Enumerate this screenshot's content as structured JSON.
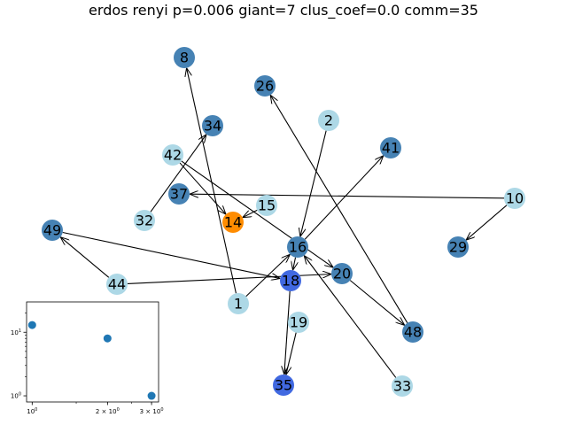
{
  "title": "erdos renyi p=0.006 giant=7 clus_coef=0.0 comm=35",
  "colors": {
    "steelblue": "#4682b4",
    "lightblue": "#add8e6",
    "royalblue": "#4169e1",
    "orange": "#ff8c00",
    "edge": "#000000",
    "inset_point": "#1f77b4"
  },
  "nodes": [
    {
      "id": "8",
      "color": "steelblue"
    },
    {
      "id": "26",
      "color": "steelblue"
    },
    {
      "id": "2",
      "color": "lightblue"
    },
    {
      "id": "34",
      "color": "steelblue"
    },
    {
      "id": "41",
      "color": "steelblue"
    },
    {
      "id": "42",
      "color": "lightblue"
    },
    {
      "id": "37",
      "color": "steelblue"
    },
    {
      "id": "15",
      "color": "lightblue"
    },
    {
      "id": "10",
      "color": "lightblue"
    },
    {
      "id": "32",
      "color": "lightblue"
    },
    {
      "id": "14",
      "color": "orange"
    },
    {
      "id": "49",
      "color": "steelblue"
    },
    {
      "id": "16",
      "color": "steelblue"
    },
    {
      "id": "29",
      "color": "steelblue"
    },
    {
      "id": "20",
      "color": "steelblue"
    },
    {
      "id": "44",
      "color": "lightblue"
    },
    {
      "id": "18",
      "color": "royalblue"
    },
    {
      "id": "1",
      "color": "lightblue"
    },
    {
      "id": "19",
      "color": "lightblue"
    },
    {
      "id": "48",
      "color": "steelblue"
    },
    {
      "id": "35",
      "color": "royalblue"
    },
    {
      "id": "33",
      "color": "lightblue"
    }
  ],
  "edges": [
    {
      "from": "1",
      "to": "8"
    },
    {
      "from": "1",
      "to": "16"
    },
    {
      "from": "32",
      "to": "34"
    },
    {
      "from": "42",
      "to": "14"
    },
    {
      "from": "42",
      "to": "20"
    },
    {
      "from": "15",
      "to": "14"
    },
    {
      "from": "10",
      "to": "37"
    },
    {
      "from": "10",
      "to": "29"
    },
    {
      "from": "2",
      "to": "16"
    },
    {
      "from": "16",
      "to": "41"
    },
    {
      "from": "16",
      "to": "18"
    },
    {
      "from": "44",
      "to": "49"
    },
    {
      "from": "44",
      "to": "20"
    },
    {
      "from": "49",
      "to": "18"
    },
    {
      "from": "20",
      "to": "48"
    },
    {
      "from": "48",
      "to": "26"
    },
    {
      "from": "33",
      "to": "16"
    },
    {
      "from": "18",
      "to": "35"
    },
    {
      "from": "19",
      "to": "35"
    }
  ],
  "chart_data": {
    "type": "scatter",
    "xscale": "log",
    "yscale": "log",
    "xlim": [
      0.95,
      3.2
    ],
    "ylim": [
      0.8,
      30
    ],
    "x": [
      1,
      2,
      3
    ],
    "y": [
      13,
      8,
      1
    ],
    "x_ticks": [
      {
        "value": 1,
        "base": "10",
        "exp": "0",
        "mult": ""
      },
      {
        "value": 2,
        "base": "10",
        "exp": "0",
        "mult": "2 × "
      },
      {
        "value": 3,
        "base": "10",
        "exp": "0",
        "mult": "3 × "
      }
    ],
    "y_ticks": [
      {
        "value": 1,
        "base": "10",
        "exp": "0"
      },
      {
        "value": 10,
        "base": "10",
        "exp": "1"
      }
    ]
  }
}
